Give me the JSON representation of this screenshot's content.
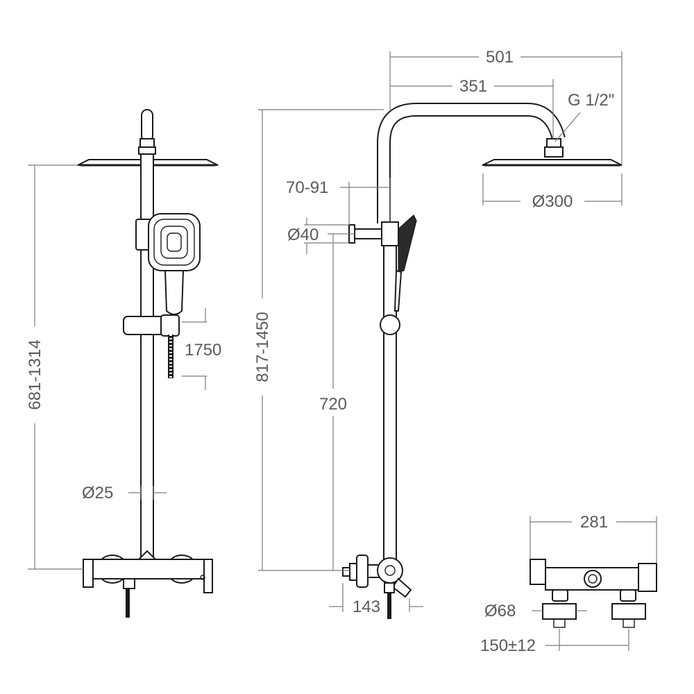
{
  "dimensions": {
    "total_width": "501",
    "arm_length": "351",
    "thread": "G 1/2\"",
    "wall_distance": "70-91",
    "bracket_diameter": "Ø40",
    "head_diameter": "Ø300",
    "front_height": "681-1314",
    "side_height": "817-1450",
    "hose_length": "1750",
    "bar_diameter": "Ø25",
    "slider_height": "720",
    "mixer_depth": "143",
    "mixer_width": "281",
    "flange_diameter": "Ø68",
    "inlet_spacing": "150±12"
  }
}
